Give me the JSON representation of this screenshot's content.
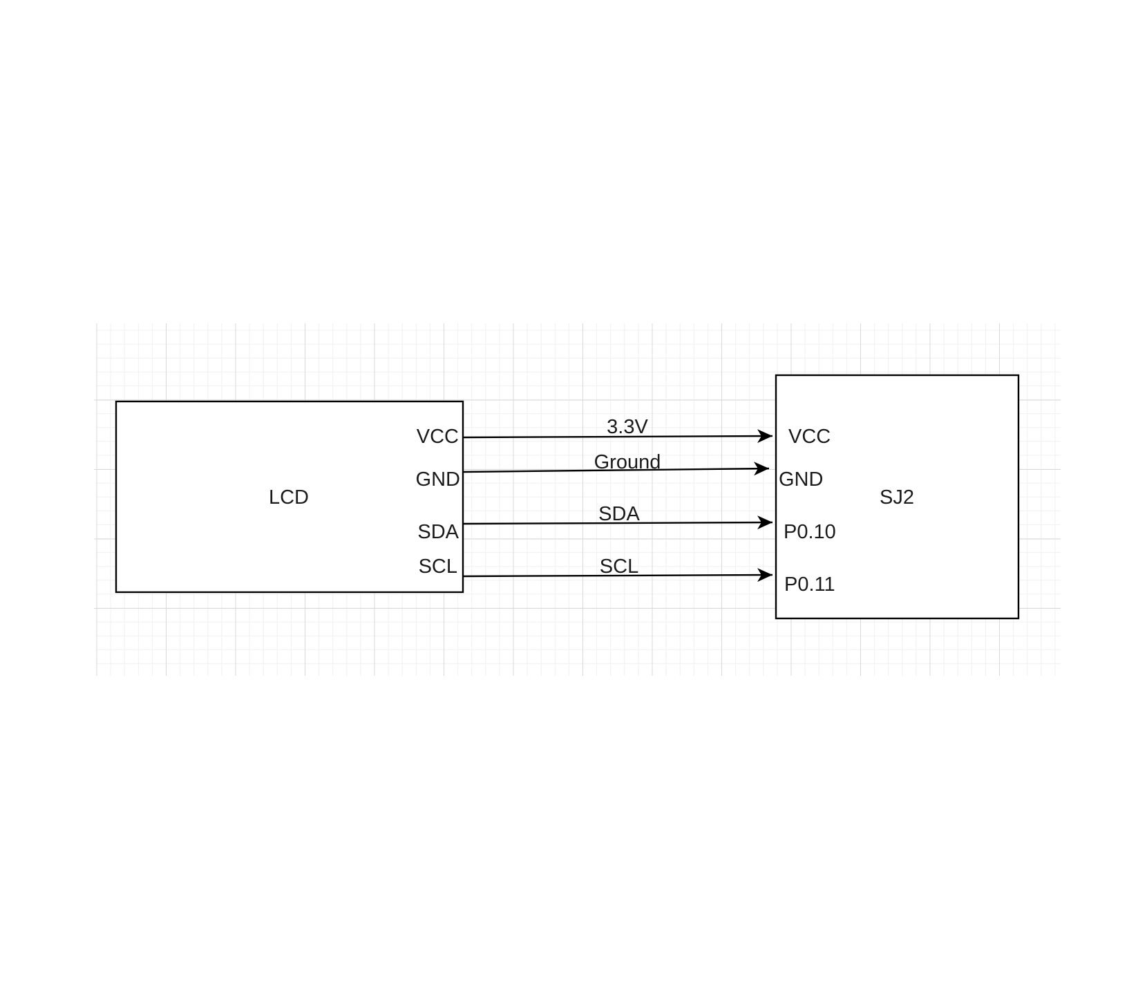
{
  "blocks": {
    "lcd": {
      "label": "LCD",
      "pins": [
        "VCC",
        "GND",
        "SDA",
        "SCL"
      ]
    },
    "sj2": {
      "label": "SJ2",
      "pins": [
        "VCC",
        "GND",
        "P0.10",
        "P0.11"
      ]
    }
  },
  "connections": [
    {
      "label": "3.3V",
      "from": "VCC",
      "to": "VCC"
    },
    {
      "label": "Ground",
      "from": "GND",
      "to": "GND"
    },
    {
      "label": "SDA",
      "from": "SDA",
      "to": "P0.10"
    },
    {
      "label": "SCL",
      "from": "SCL",
      "to": "P0.11"
    }
  ],
  "colors": {
    "stroke": "#000000",
    "text": "#1a1a1a",
    "grid_major": "#d9d9d9",
    "grid_minor": "#f0f0f0",
    "background": "#ffffff"
  }
}
